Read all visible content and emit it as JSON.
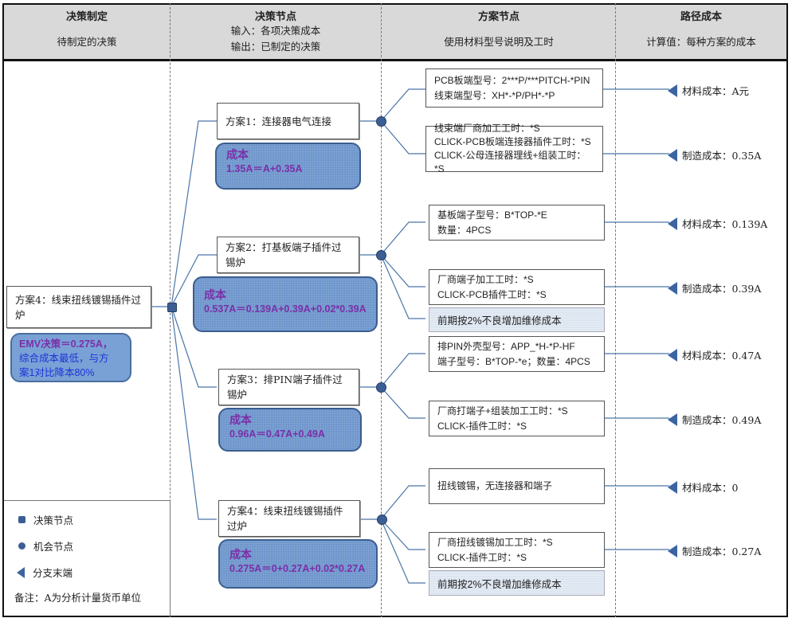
{
  "header": {
    "col1": {
      "title": "决策制定",
      "sub": "待制定的决策"
    },
    "col2": {
      "title": "决策节点",
      "sub1": "输入：各项决策成本",
      "sub2": "输出：已制定的决策"
    },
    "col3": {
      "title": "方案节点",
      "sub": "使用材料型号说明及工时"
    },
    "col4": {
      "title": "路径成本",
      "sub": "计算值：每种方案的成本"
    }
  },
  "decision": {
    "label": "方案4：线束扭线镀锡插件过炉",
    "emv_line1": "EMV决策＝0.275A，",
    "emv_line2": "综合成本最低，与方",
    "emv_line3": "案1对比降本80%"
  },
  "plans": [
    {
      "label": "方案1：连接器电气连接",
      "cost_label": "成本",
      "cost_value": "1.35A＝A+0.35A",
      "details": [
        {
          "lines": [
            "PCB板端型号：2***P/***PITCH-*PIN",
            "线束端型号：XH*-*P/PH*-*P"
          ]
        },
        {
          "lines": [
            "线束端厂商加工工时：*S",
            "CLICK-PCB板端连接器插件工时：*S",
            "CLICK-公母连接器理线+组装工时：*S"
          ]
        }
      ],
      "ends": [
        "材料成本：A元",
        "制造成本：0.35A"
      ]
    },
    {
      "label": "方案2：打基板端子插件过锡炉",
      "cost_label": "成本",
      "cost_value": "0.537A＝0.139A+0.39A+0.02*0.39A",
      "details": [
        {
          "lines": [
            "基板端子型号：B*TOP-*E",
            "数量：4PCS"
          ]
        },
        {
          "lines": [
            "厂商端子加工工时：*S",
            "CLICK-PCB插件工时：*S"
          ]
        }
      ],
      "note": "前期按2%不良增加维修成本",
      "ends": [
        "材料成本：0.139A",
        "制造成本：0.39A"
      ]
    },
    {
      "label": "方案3：排PIN端子插件过锡炉",
      "cost_label": "成本",
      "cost_value": "0.96A＝0.47A+0.49A",
      "details": [
        {
          "lines": [
            "排PIN外壳型号：APP_*H-*P-HF",
            "端子型号：B*TOP-*e；数量：4PCS"
          ]
        },
        {
          "lines": [
            "厂商打端子+组装加工工时：*S",
            "CLICK-插件工时：*S"
          ]
        }
      ],
      "ends": [
        "材料成本：0.47A",
        "制造成本：0.49A"
      ]
    },
    {
      "label": "方案4：线束扭线镀锡插件过炉",
      "cost_label": "成本",
      "cost_value": "0.275A＝0+0.27A+0.02*0.27A",
      "details": [
        {
          "lines": [
            "扭线镀锡，无连接器和端子"
          ]
        },
        {
          "lines": [
            "厂商扭线镀锡加工工时：*S",
            "CLICK-插件工时：*S"
          ]
        }
      ],
      "note": "前期按2%不良增加维修成本",
      "ends": [
        "材料成本：0",
        "制造成本：0.27A"
      ]
    }
  ],
  "legend": {
    "decision_node": "决策节点",
    "chance_node": "机会节点",
    "branch_end": "分支末端",
    "remark": "备注：A为分析计量货币单位"
  },
  "colors": {
    "node": "#3b5f94",
    "cost_box": "#6e96cc",
    "cost_text": "#7b2fa8",
    "emv_text": "#1f33d6",
    "header_bg": "#d9d9d9",
    "line": "#4a76a8"
  }
}
